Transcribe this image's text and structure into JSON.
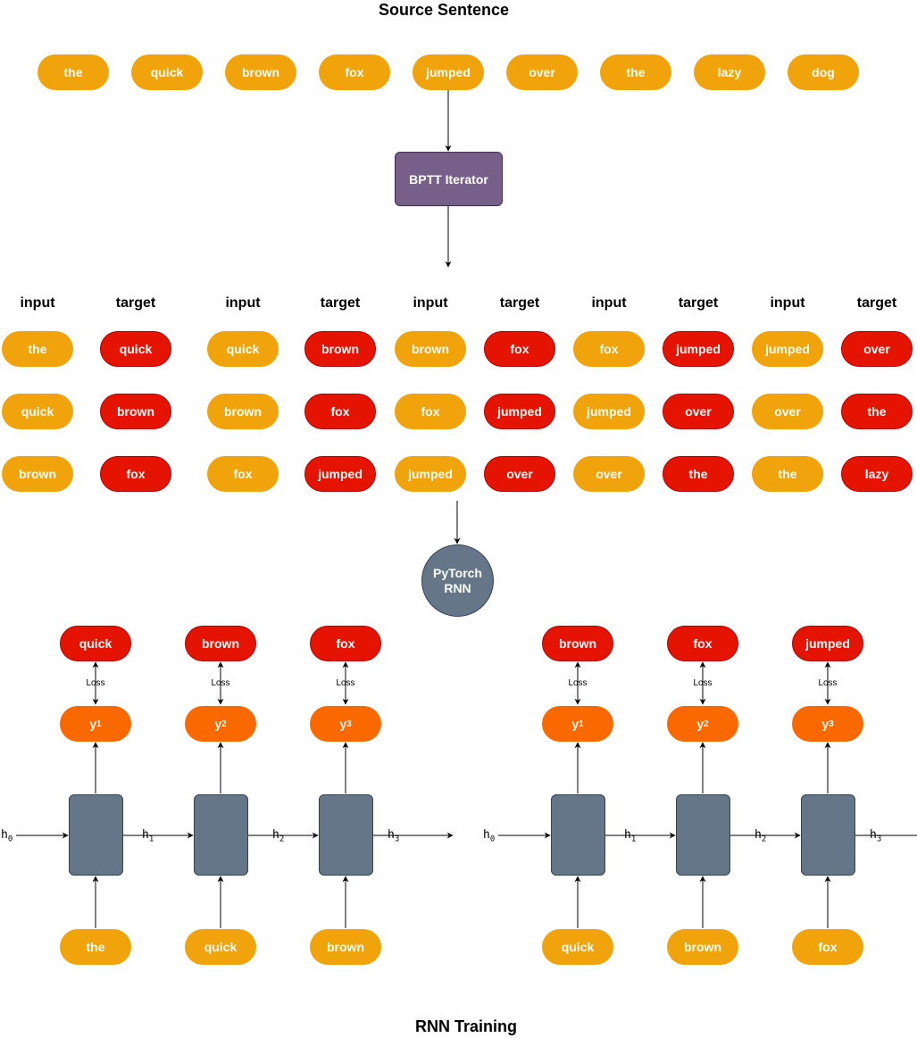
{
  "title": "Source Sentence",
  "source_words": [
    "the",
    "quick",
    "brown",
    "fox",
    "jumped",
    "over",
    "the",
    "lazy",
    "dog"
  ],
  "iterator_label": "BPTT Iterator",
  "batch_headers": {
    "input": "input",
    "target": "target"
  },
  "batches": [
    {
      "input": [
        "the",
        "quick",
        "brown"
      ],
      "target": [
        "quick",
        "brown",
        "fox"
      ]
    },
    {
      "input": [
        "quick",
        "brown",
        "fox"
      ],
      "target": [
        "brown",
        "fox",
        "jumped"
      ]
    },
    {
      "input": [
        "brown",
        "fox",
        "jumped"
      ],
      "target": [
        "fox",
        "jumped",
        "over"
      ]
    },
    {
      "input": [
        "fox",
        "jumped",
        "over"
      ],
      "target": [
        "jumped",
        "over",
        "the"
      ]
    },
    {
      "input": [
        "jumped",
        "over",
        "the"
      ],
      "target": [
        "over",
        "the",
        "lazy"
      ]
    }
  ],
  "model_label": {
    "line1": "PyTorch",
    "line2": "RNN"
  },
  "unrolls": [
    {
      "targets": [
        "quick",
        "brown",
        "fox"
      ],
      "inputs": [
        "the",
        "quick",
        "brown"
      ]
    },
    {
      "targets": [
        "brown",
        "fox",
        "jumped"
      ],
      "inputs": [
        "quick",
        "brown",
        "fox"
      ]
    }
  ],
  "loss_label": "Loss",
  "output_symbol": "y",
  "output_subscripts": [
    "1",
    "2",
    "3"
  ],
  "hidden_symbol": "h",
  "hidden_subscripts": [
    "0",
    "1",
    "2",
    "3"
  ],
  "footer": "RNN Training",
  "colors": {
    "word": "#f0a30a",
    "target": "#e51400",
    "output": "#fa6800",
    "iterator": "#76608a",
    "cell": "#647687"
  }
}
